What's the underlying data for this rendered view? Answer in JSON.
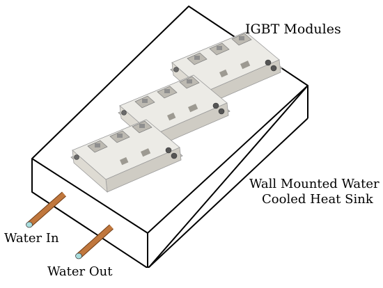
{
  "labels": {
    "igbt_modules": "IGBT Modules",
    "heat_sink_line1": "Wall Mounted Water",
    "heat_sink_line2": "Cooled Heat Sink",
    "water_in": "Water In",
    "water_out": "Water Out"
  },
  "colors": {
    "outline": "#000000",
    "module_body": "#e8e6e0",
    "module_shade": "#c9c6be",
    "terminal": "#8f8f8f",
    "pipe": "#b8692e",
    "pipe_end": "#a9dede"
  }
}
